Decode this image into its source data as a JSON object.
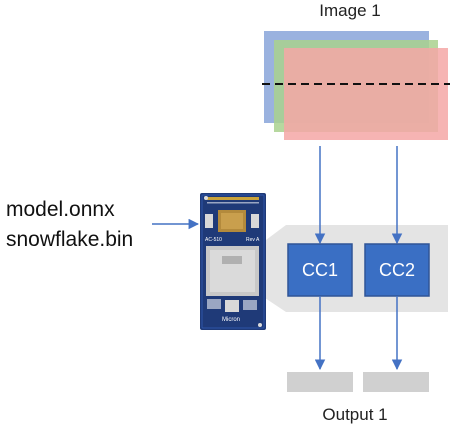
{
  "image_label": "Image 1",
  "model_files": [
    "model.onnx",
    "snowflake.bin"
  ],
  "compute_clusters": [
    {
      "label": "CC1"
    },
    {
      "label": "CC2"
    }
  ],
  "output_label": "Output 1",
  "board": {
    "model_text": "AC-510",
    "revision_text": "Rev A",
    "brand_text": "Micron"
  },
  "colors": {
    "layer_blue": "#8faadc",
    "layer_green": "#a9d18e",
    "layer_red": "#f4a7a6",
    "cluster_fill": "#3a6fc4",
    "cluster_border": "#2f5597",
    "arrow": "#4472c4",
    "shade": "#e4e4e4",
    "output_box": "#d0d0d0"
  }
}
